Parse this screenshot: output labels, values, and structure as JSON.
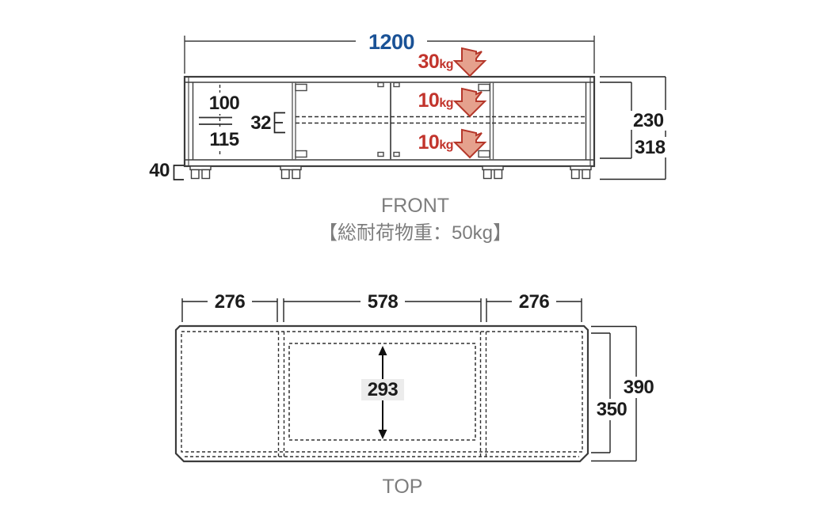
{
  "front_view": {
    "caption": "FRONT",
    "total_load_note": "【総耐荷物重：50kg】",
    "dimensions": {
      "width": "1200",
      "inner_height": "230",
      "total_height": "318",
      "caster_height": "40",
      "left_upper": "100",
      "left_lower": "115",
      "shelf_pitch": "32"
    },
    "loads": [
      {
        "value": "30",
        "unit": "kg"
      },
      {
        "value": "10",
        "unit": "kg"
      },
      {
        "value": "10",
        "unit": "kg"
      }
    ]
  },
  "top_view": {
    "caption": "TOP",
    "dimensions": {
      "left_width": "276",
      "center_width": "578",
      "right_width": "276",
      "center_depth": "293",
      "inner_depth": "350",
      "total_depth": "390"
    }
  },
  "colors": {
    "dimension_blue": "#1a5296",
    "load_red": "#c2342c",
    "arrow_fill": "#e5a18d",
    "arrow_outline": "#b5372a",
    "caption_gray": "#7d7d7d",
    "line_dark": "#3c3c3c",
    "depth_label_background": "#ececec"
  }
}
